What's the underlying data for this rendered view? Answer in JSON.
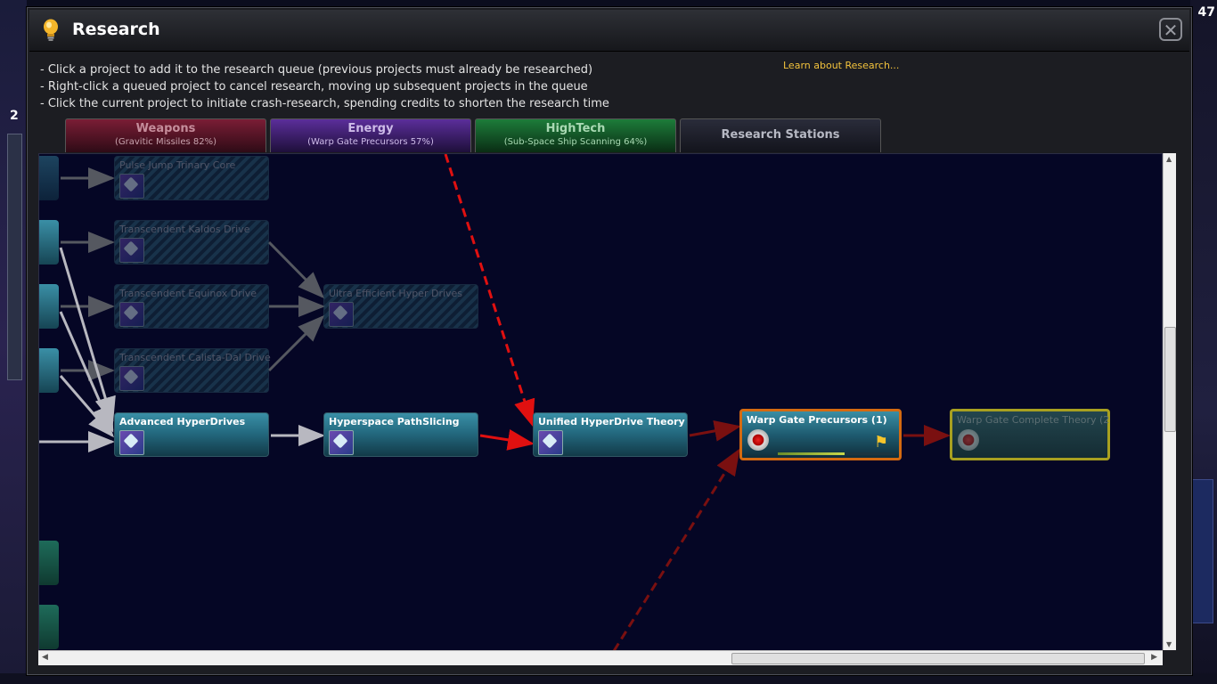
{
  "window": {
    "title": "Research",
    "close_glyph": "✕",
    "instructions": [
      "- Click a project to add it to the research queue (previous projects must already be researched)",
      "- Right-click a queued project to cancel research, moving up subsequent projects in the queue",
      "- Click the current project to initiate crash-research, spending credits to shorten the research time"
    ],
    "learn_link": "Learn about Research..."
  },
  "background": {
    "left_number": "2",
    "right_number": "47"
  },
  "tabs": [
    {
      "name": "Weapons",
      "sub": "(Gravitic Missiles  82%)"
    },
    {
      "name": "Energy",
      "sub": "(Warp Gate Precursors  57%)"
    },
    {
      "name": "HighTech",
      "sub": "(Sub-Space Ship Scanning  64%)"
    },
    {
      "name": "Research Stations",
      "sub": ""
    }
  ],
  "nodes": {
    "pulse_jump": "Pulse Jump Trinary Core",
    "kaldos": "Transcendent Kaldos Drive",
    "equinox": "Transcendent Equinox Drive",
    "calista": "Transcendent Calista-Dal Drive",
    "ultra": "Ultra Efficient Hyper Drives",
    "advanced": "Advanced HyperDrives",
    "pathslicing": "Hyperspace PathSlicing",
    "unified": "Unified HyperDrive Theory",
    "warp_precursors": "Warp Gate Precursors (1)",
    "warp_complete": "Warp Gate Complete Theory (2"
  },
  "active_progress": 0.57,
  "colors": {
    "active_border": "#d56a10",
    "queued_border": "#a8a020",
    "prereq_arrow": "#e01010"
  },
  "icons": {
    "title": "lightbulb-icon",
    "close": "close-icon",
    "node": "hyperdrive-icon",
    "research_status": "red-dot-icon",
    "speed_badge": "crash-research-icon"
  }
}
